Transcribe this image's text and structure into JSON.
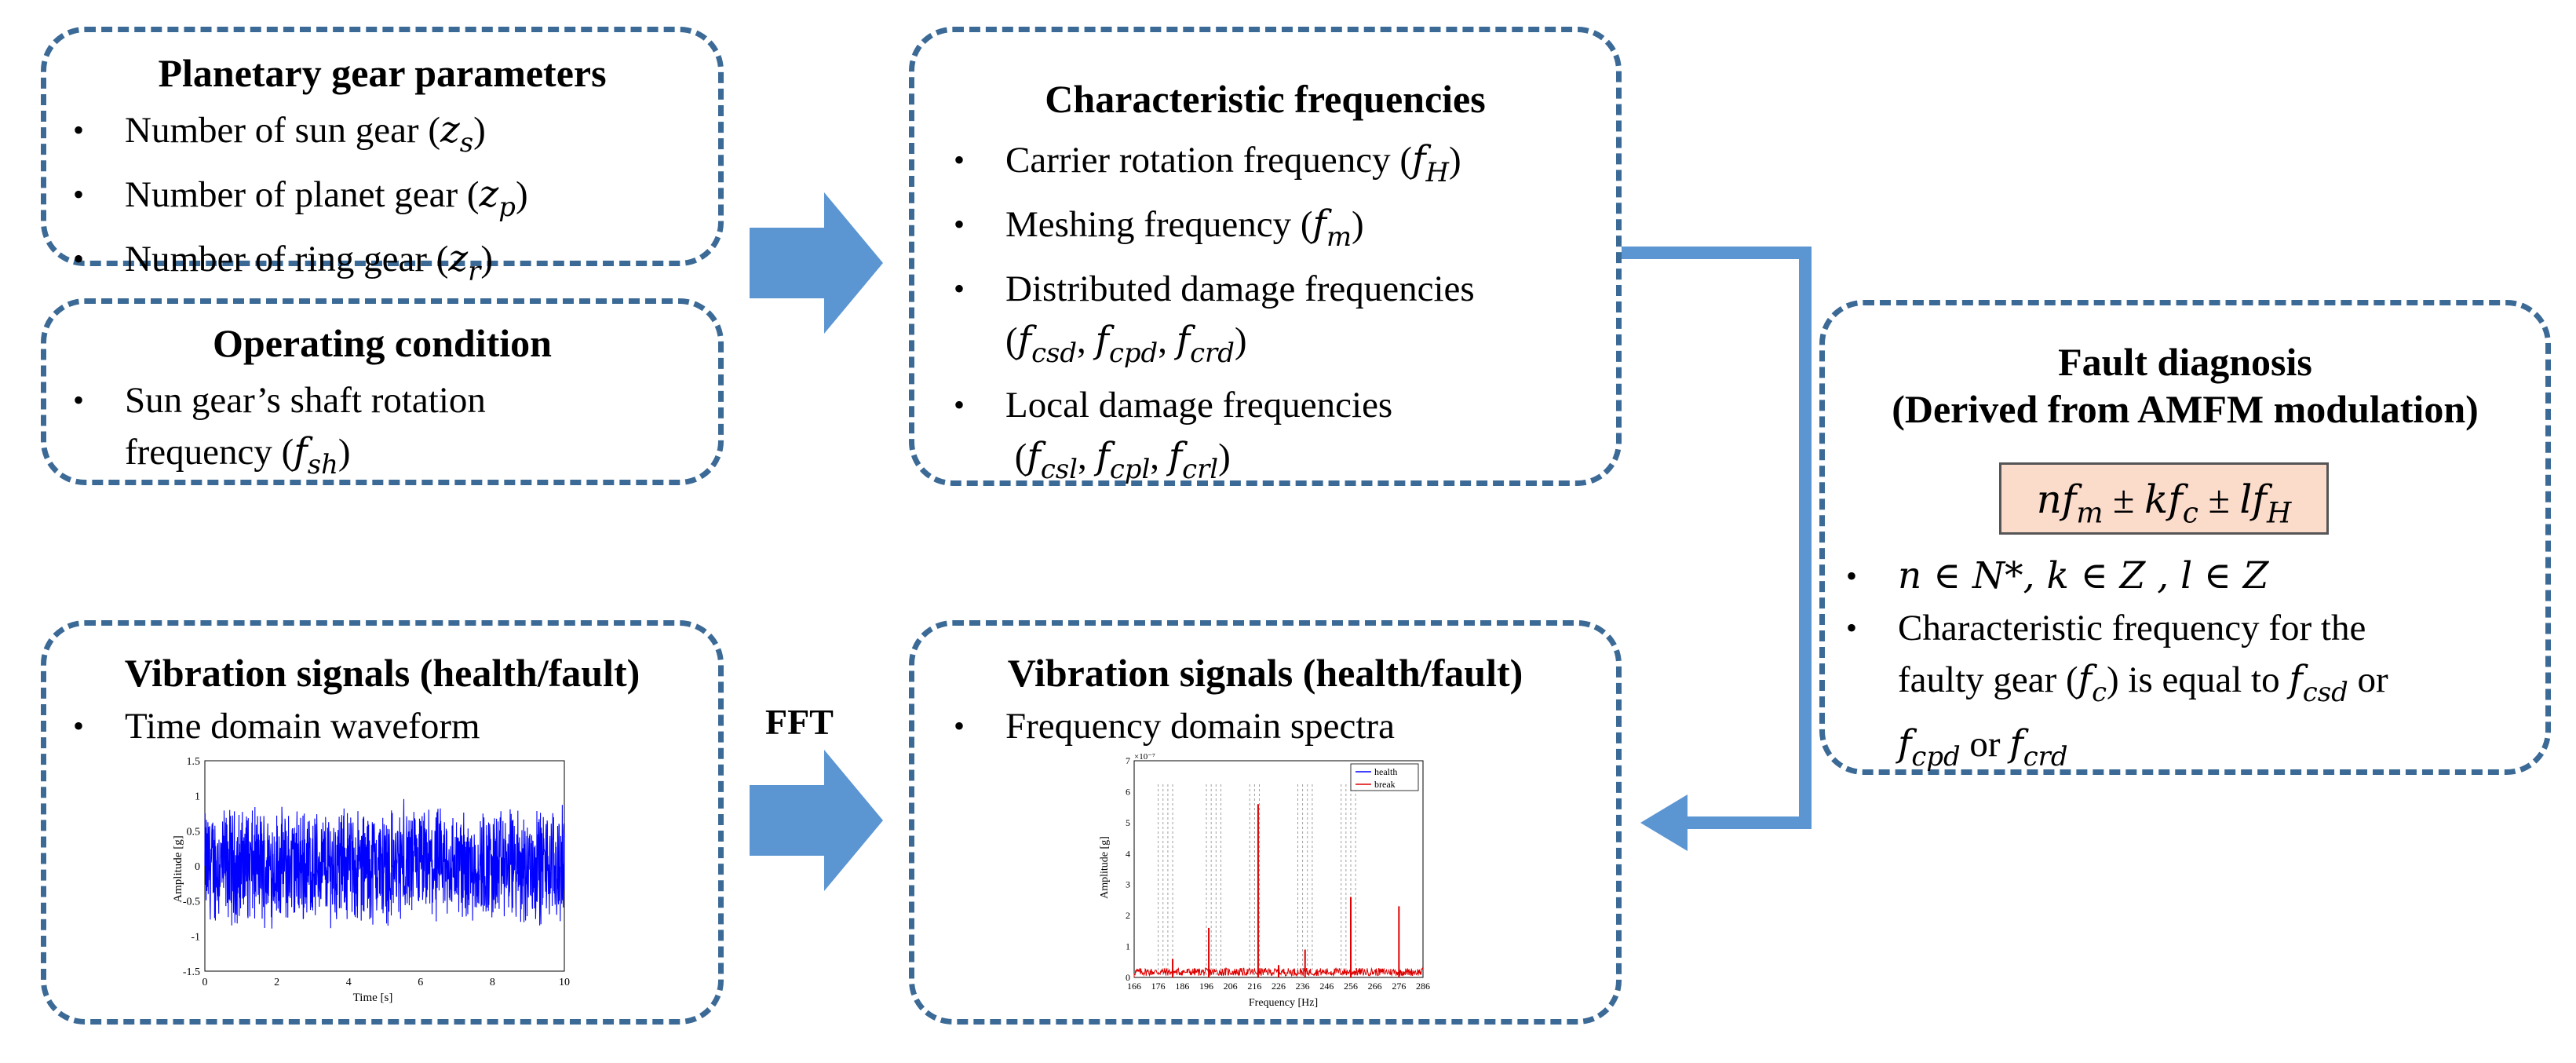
{
  "colors": {
    "border": "#3c6a96",
    "arrow": "#5b95d2",
    "connector": "#5b95d2",
    "formula_bg": "#fbdccb",
    "signal_blue": "#0000ff",
    "signal_red": "#dd0000"
  },
  "planetary": {
    "title": "Planetary gear parameters",
    "items": [
      {
        "text": "Number of sun gear (",
        "var": "z",
        "sub": "s",
        "close": ")"
      },
      {
        "text": "Number of planet gear (",
        "var": "z",
        "sub": "p",
        "close": ")"
      },
      {
        "text": "Number of ring gear (",
        "var": "z",
        "sub": "r",
        "close": ")"
      }
    ]
  },
  "operating": {
    "title": "Operating condition",
    "line1": "Sun gear’s shaft rotation",
    "line2": "frequency (",
    "var": "f",
    "sub": "sh",
    "close": ")"
  },
  "characteristic": {
    "title": "Characteristic frequencies",
    "carrier": {
      "text": "Carrier rotation frequency (",
      "var": "f",
      "sub": "H",
      "close": ")"
    },
    "meshing": {
      "text": "Meshing frequency (",
      "var": "f",
      "sub": "m",
      "close": ")"
    },
    "distributed": {
      "text": "Distributed damage frequencies",
      "f": "f",
      "s1": "csd",
      "s2": "cpd",
      "s3": "crd"
    },
    "local": {
      "text": "Local damage frequencies",
      "f": "f",
      "s1": "csl",
      "s2": "cpl",
      "s3": "crl"
    },
    "open": "(",
    "close": ")",
    "comma": ","
  },
  "fault": {
    "title1": "Fault diagnosis",
    "title2": "(Derived from AMFM modulation)",
    "formula": {
      "n": "n",
      "f": "f",
      "m": "m",
      "pm": "±",
      "k": "k",
      "c": "c",
      "l": "l",
      "H": "H"
    },
    "item1": "n ∈ N*, k ∈ Z , l ∈ Z",
    "item2_line1": "Characteristic frequency for the",
    "item2_line2a": "faulty gear (",
    "item2_var": "f",
    "item2_sub": "c",
    "item2_line2b": ") is equal to ",
    "item2_f1": "f",
    "item2_s1": "csd",
    "item2_or1": " or",
    "item2_f2": "f",
    "item2_s2": "cpd",
    "item2_or2": "  or ",
    "item2_f3": "f",
    "item2_s3": "crd"
  },
  "vibration_time": {
    "title": "Vibration signals (health/fault)",
    "item": "Time domain waveform",
    "plot": {
      "ylabel": "Amplitude [g]",
      "xlabel": "Time [s]",
      "yticks": [
        "1.5",
        "1",
        "0.5",
        "0",
        "-0.5",
        "-1",
        "-1.5"
      ],
      "xticks": [
        "0",
        "2",
        "4",
        "6",
        "8",
        "10"
      ]
    }
  },
  "fft_label": "FFT",
  "vibration_freq": {
    "title": "Vibration signals (health/fault)",
    "item": "Frequency domain spectra",
    "plot": {
      "ylabel": "Amplitude [g]",
      "xlabel": "Frequency [Hz]",
      "exp": "×10⁻⁷",
      "yticks": [
        "7",
        "6",
        "5",
        "4",
        "3",
        "2",
        "1",
        "0"
      ],
      "xticks": [
        "166",
        "176",
        "186",
        "196",
        "206",
        "216",
        "226",
        "236",
        "246",
        "256",
        "266",
        "276",
        "286"
      ],
      "legend": [
        "health",
        "break"
      ]
    }
  }
}
